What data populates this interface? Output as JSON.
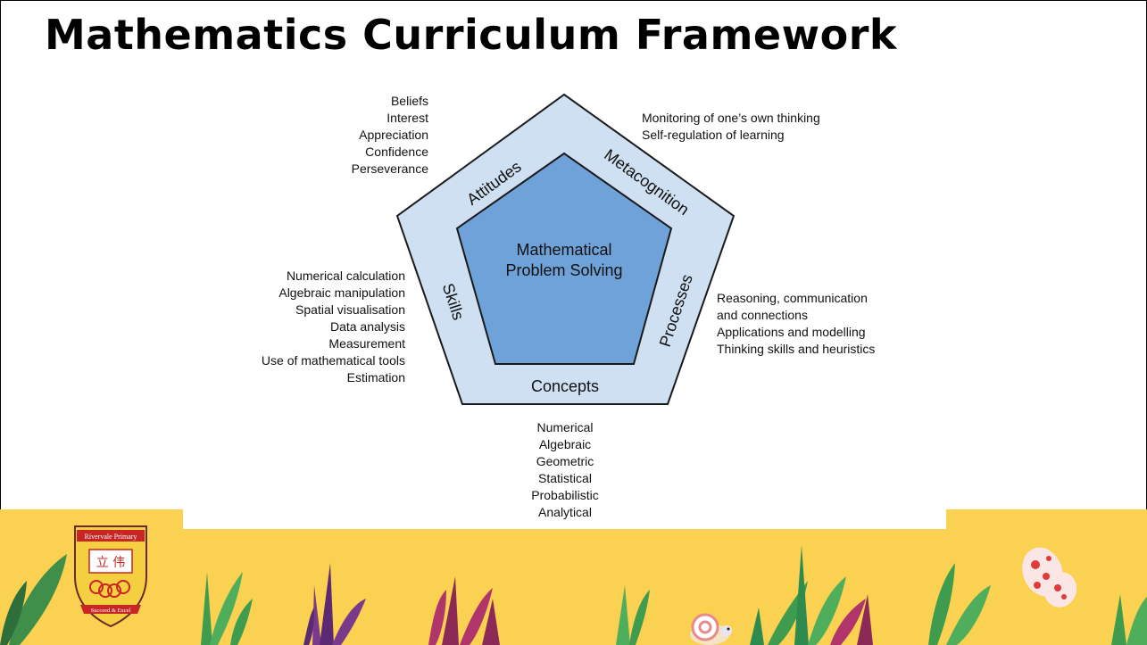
{
  "slide": {
    "title": "Mathematics Curriculum Framework"
  },
  "framework": {
    "center_line1": "Mathematical",
    "center_line2": "Problem Solving",
    "components": {
      "attitudes": "Attitudes",
      "metacognition": "Metacognition",
      "processes": "Processes",
      "concepts": "Concepts",
      "skills": "Skills"
    }
  },
  "lists": {
    "attitudes": [
      "Beliefs",
      "Interest",
      "Appreciation",
      "Confidence",
      "Perseverance"
    ],
    "metacognition": [
      "Monitoring of one’s own thinking",
      "Self-regulation of learning"
    ],
    "skills": [
      "Numerical calculation",
      "Algebraic manipulation",
      "Spatial visualisation",
      "Data analysis",
      "Measurement",
      "Use of mathematical tools",
      "Estimation"
    ],
    "processes": [
      "Reasoning, communication",
      "and connections",
      "Applications and modelling",
      "Thinking skills and heuristics"
    ],
    "concepts": [
      "Numerical",
      "Algebraic",
      "Geometric",
      "Statistical",
      "Probabilistic",
      "Analytical"
    ]
  },
  "school_logo": {
    "name": "Rivervale Primary",
    "chars": "立 伟",
    "motto": "Succeed & Excel"
  },
  "colors": {
    "outer_pentagon": "#cfe0f2",
    "inner_pentagon": "#6fa2d8",
    "outline": "#1a1a1a",
    "footer_bg": "#fbd151"
  }
}
